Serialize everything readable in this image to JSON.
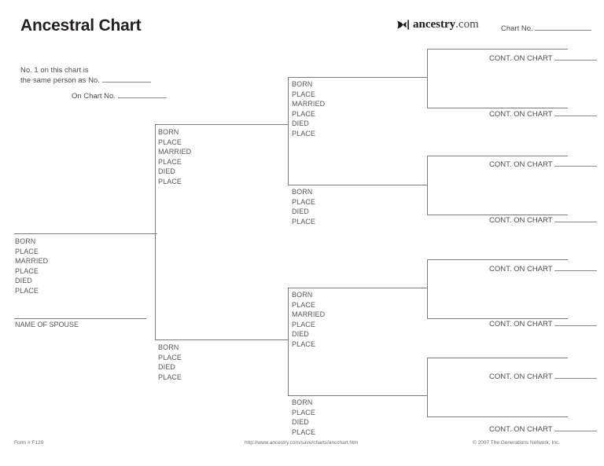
{
  "header": {
    "title": "Ancestral Chart",
    "brand_name": "ancestry",
    "brand_tld": ".com",
    "brand_icon": "leaf-icon",
    "chart_no_label": "Chart No."
  },
  "note": {
    "line1": "No. 1 on this chart is",
    "line2": "the same person as No.",
    "line3": "On Chart No."
  },
  "labels": {
    "born": "BORN",
    "place": "PLACE",
    "married": "MARRIED",
    "died": "DIED",
    "spouse": "NAME OF SPOUSE",
    "cont_on_chart": "CONT. ON CHART"
  },
  "persons": {
    "p1": {
      "position": "self",
      "fields": [
        "BORN",
        "PLACE",
        "MARRIED",
        "PLACE",
        "DIED",
        "PLACE"
      ],
      "spouse_label": "NAME OF SPOUSE"
    },
    "p2": {
      "position": "father",
      "fields": [
        "BORN",
        "PLACE",
        "MARRIED",
        "PLACE",
        "DIED",
        "PLACE"
      ]
    },
    "p3": {
      "position": "mother",
      "fields": [
        "BORN",
        "PLACE",
        "DIED",
        "PLACE"
      ]
    },
    "p4": {
      "position": "paternal-grandfather",
      "fields": [
        "BORN",
        "PLACE",
        "MARRIED",
        "PLACE",
        "DIED",
        "PLACE"
      ]
    },
    "p5": {
      "position": "paternal-grandmother",
      "fields": [
        "BORN",
        "PLACE",
        "DIED",
        "PLACE"
      ]
    },
    "p6": {
      "position": "maternal-grandfather",
      "fields": [
        "BORN",
        "PLACE",
        "MARRIED",
        "PLACE",
        "DIED",
        "PLACE"
      ]
    },
    "p7": {
      "position": "maternal-grandmother",
      "fields": [
        "BORN",
        "PLACE",
        "DIED",
        "PLACE"
      ]
    },
    "p8": {
      "position": "great-grandparent-1",
      "cont": "CONT. ON CHART"
    },
    "p9": {
      "position": "great-grandparent-2",
      "cont": "CONT. ON CHART"
    },
    "p10": {
      "position": "great-grandparent-3",
      "cont": "CONT. ON CHART"
    },
    "p11": {
      "position": "great-grandparent-4",
      "cont": "CONT. ON CHART"
    },
    "p12": {
      "position": "great-grandparent-5",
      "cont": "CONT. ON CHART"
    },
    "p13": {
      "position": "great-grandparent-6",
      "cont": "CONT. ON CHART"
    },
    "p14": {
      "position": "great-grandparent-7",
      "cont": "CONT. ON CHART"
    },
    "p15": {
      "position": "great-grandparent-8",
      "cont": "CONT. ON CHART"
    }
  },
  "footer": {
    "form": "Form # F120",
    "url": "http://www.ancestry.com/save/charts/ancchart.htm",
    "copyright": "© 2007 The Generations Network, Inc."
  },
  "colors": {
    "rule": "#7c7c7c",
    "text": "#56575b",
    "title": "#231f20",
    "footer": "#6e6e6e"
  }
}
